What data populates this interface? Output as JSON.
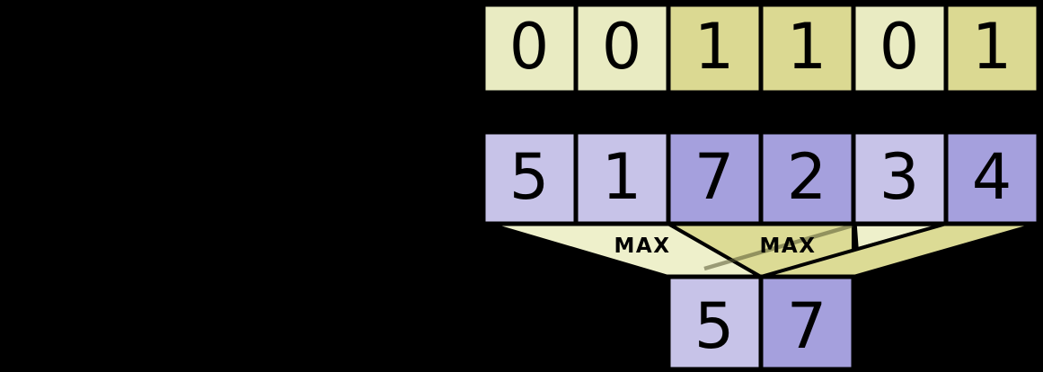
{
  "colors": {
    "background": "#000000",
    "outline": "#000000",
    "digit": "#000000",
    "mask_zero_yellow_light": "#e9ebc2",
    "mask_one_yellow_dark": "#dbd992",
    "value_purple_light": "#c7c3e8",
    "value_purple_dark": "#a5a0dd",
    "funnel_light": "#eef0cb",
    "funnel_dark": "#dcdb95"
  },
  "fills": {
    "background": "#000000",
    "mask_row": [
      "#e9ebc2",
      "#e9ebc2",
      "#dbd992",
      "#dbd992",
      "#e9ebc2",
      "#dbd992"
    ],
    "vector_row": [
      "#c7c3e8",
      "#c7c3e8",
      "#a5a0dd",
      "#a5a0dd",
      "#c7c3e8",
      "#a5a0dd"
    ],
    "result_row": [
      "#c7c3e8",
      "#a5a0dd"
    ],
    "funnel_left": "#eef0cb",
    "funnel_right": "#dcdb95",
    "strip_light": "#eef0cb",
    "strip_dark": "#dcdb95"
  },
  "mask_row": {
    "values": [
      "0",
      "0",
      "1",
      "1",
      "0",
      "1"
    ]
  },
  "vector_row": {
    "values": [
      "5",
      "1",
      "7",
      "2",
      "3",
      "4"
    ]
  },
  "result_row": {
    "values": [
      "5",
      "7"
    ]
  },
  "operations": {
    "left": {
      "label": "MAX",
      "result": "5"
    },
    "right": {
      "label": "MAX",
      "result": "7"
    }
  },
  "labels": {
    "max_left": "MAX",
    "max_right": "MAX"
  }
}
